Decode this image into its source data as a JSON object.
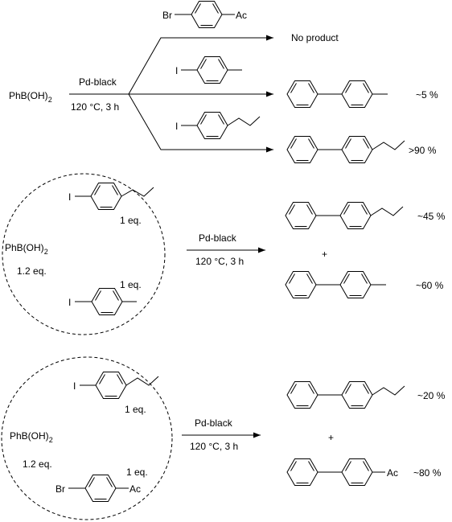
{
  "reactant": "PhB(OH)",
  "reactant_sub": "2",
  "catalyst": "Pd-black",
  "conditions": "120 °C, 3 h",
  "equiv_boronic": "1.2 eq.",
  "equiv_one": "1 eq.",
  "labels": {
    "br": "Br",
    "i": "I",
    "ac": "Ac",
    "plus": "+"
  },
  "no_product": "No product",
  "yields": {
    "methyl_biphenyl": "~5 %",
    "methoxy_biphenyl": ">90 %",
    "comp1_methoxy": "~45 %",
    "comp1_methyl": "~60 %",
    "comp2_methoxy": "~20 %",
    "comp2_acetyl": "~80 %"
  }
}
